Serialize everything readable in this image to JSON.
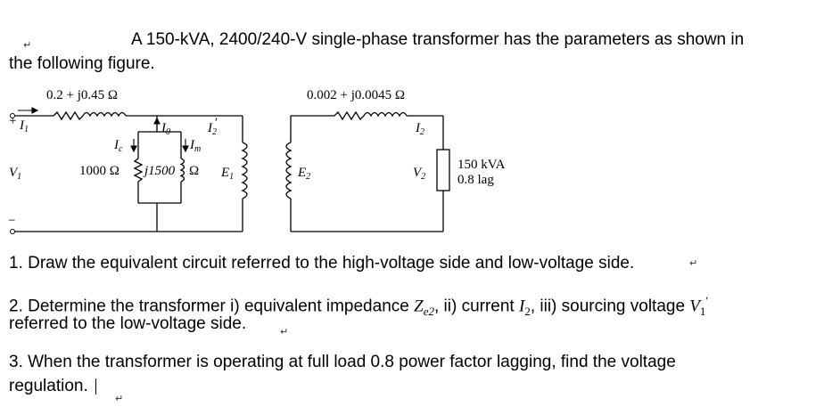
{
  "intro": {
    "line1": "A 150-kVA, 2400/240-V single-phase transformer has the parameters as shown in",
    "line2": "the following figure."
  },
  "circuit": {
    "z_primary": "0.2 + j0.45 Ω",
    "z_secondary": "0.002 + j0.0045 Ω",
    "i1_plus": "+",
    "i1": "I",
    "i1_sub": "1",
    "v1": "V",
    "v1_sub": "1",
    "v1_minus": "−",
    "i0": "I",
    "i0_sub": "0",
    "i2p": "I",
    "i2p_sub": "2",
    "i2p_prime": "′",
    "ic": "I",
    "ic_sub": "c",
    "im": "I",
    "im_sub": "m",
    "r_core": "1000 Ω",
    "x_mag": "j1500",
    "x_mag_unit": "Ω",
    "e1": "E",
    "e1_sub": "1",
    "e2": "E",
    "e2_sub": "2",
    "i2": "I",
    "i2_sub": "2",
    "v2": "V",
    "v2_sub": "2",
    "load_rating": "150 kVA",
    "load_pf": "0.8 lag"
  },
  "questions": {
    "q1": "1. Draw the equivalent circuit referred to the high-voltage side and low-voltage side.",
    "q2_a": "2. Determine the transformer i) equivalent impedance ",
    "q2_z": "Z",
    "q2_z_sub": "e2",
    "q2_b": ", ii) current ",
    "q2_i": "I",
    "q2_i_sub": "2",
    "q2_c": ", iii) sourcing voltage ",
    "q2_v": "V",
    "q2_v_sub": "1",
    "q2_v_prime": "′",
    "q2_line2": "referred to the low-voltage side.",
    "q3_line1": "3. When the transformer is operating at full load 0.8 power factor lagging, find the voltage",
    "q3_line2": "regulation."
  },
  "marks": {
    "return_symbol": "↵"
  }
}
